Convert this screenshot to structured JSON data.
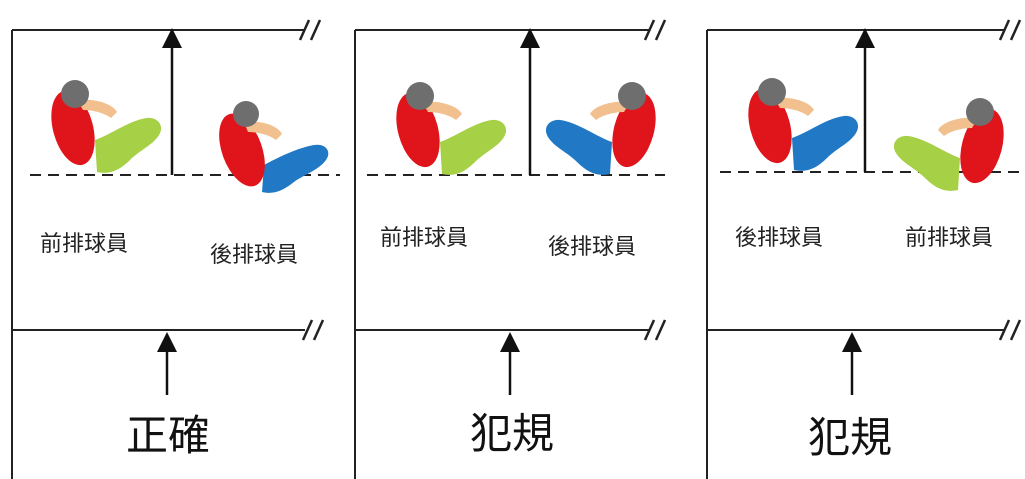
{
  "panels": [
    {
      "left_player": {
        "label": "前排球員",
        "legs": "green"
      },
      "right_player": {
        "label": "後排球員",
        "legs": "blue"
      },
      "verdict": "正確"
    },
    {
      "left_player": {
        "label": "前排球員",
        "legs": "green"
      },
      "right_player": {
        "label": "後排球員",
        "legs": "blue"
      },
      "verdict": "犯規"
    },
    {
      "left_player": {
        "label": "後排球員",
        "legs": "blue"
      },
      "right_player": {
        "label": "前排球員",
        "legs": "green"
      },
      "verdict": "犯規"
    }
  ],
  "colors": {
    "line": "#222222",
    "shirt": "#e0151b",
    "hair": "#6e6e6e",
    "skin": "#f2c08f",
    "green": "#a6d046",
    "blue": "#2179c6"
  }
}
